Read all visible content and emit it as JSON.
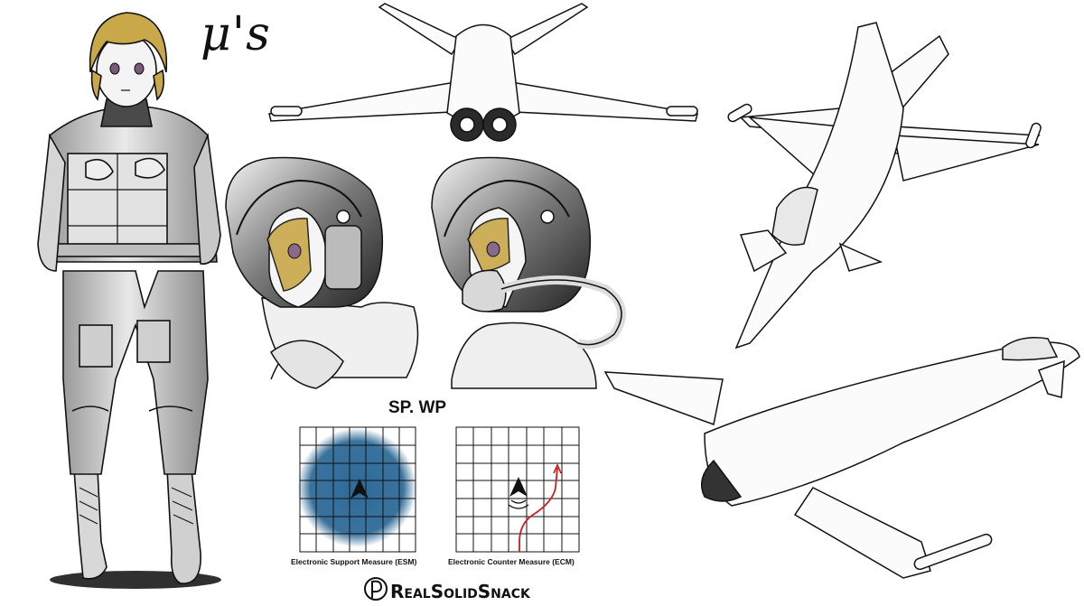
{
  "logo_text": "μ's",
  "diagram_title": "SP. WP",
  "esm_caption": "Electronic Support Measure (ESM)",
  "ecm_caption": "Electronic Counter Measure (ECM)",
  "credit_text": "RealSolidSnack",
  "colors": {
    "ink": "#111111",
    "hair": "#c9a84a",
    "esm_field": "#2f6b98",
    "ecm_path": "#d11a1a"
  }
}
